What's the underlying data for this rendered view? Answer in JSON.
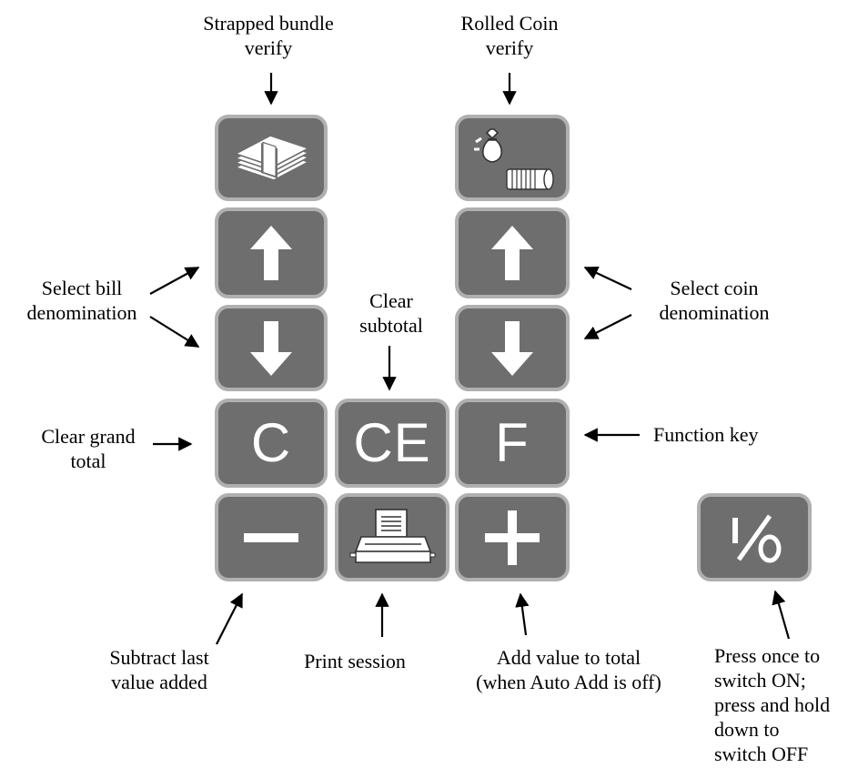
{
  "labels": {
    "strapped_bundle": "Strapped bundle\nverify",
    "rolled_coin": "Rolled Coin\nverify",
    "select_bill": "Select bill\ndenomination",
    "clear_subtotal": "Clear\nsubtotal",
    "select_coin": "Select coin\ndenomination",
    "clear_grand": "Clear grand\ntotal",
    "function_key": "Function key",
    "subtract": "Subtract last\nvalue added",
    "print_session": "Print session",
    "add_value": "Add value to total\n(when Auto Add is off)",
    "power": "Press once to\nswitch ON;\npress and hold\ndown to\nswitch OFF"
  },
  "keys": {
    "c": "C",
    "ce": "CE",
    "f": "F"
  },
  "icons": {
    "bundle": "money-bundle-icon",
    "coin": "coin-roll-icon",
    "up": "arrow-up-icon",
    "down": "arrow-down-icon",
    "minus": "minus-icon",
    "printer": "printer-icon",
    "plus": "plus-icon",
    "power": "power-toggle-icon"
  },
  "colors": {
    "key_fill": "#6e6e6e",
    "key_border": "#b0b0b0",
    "icon": "#ffffff"
  }
}
